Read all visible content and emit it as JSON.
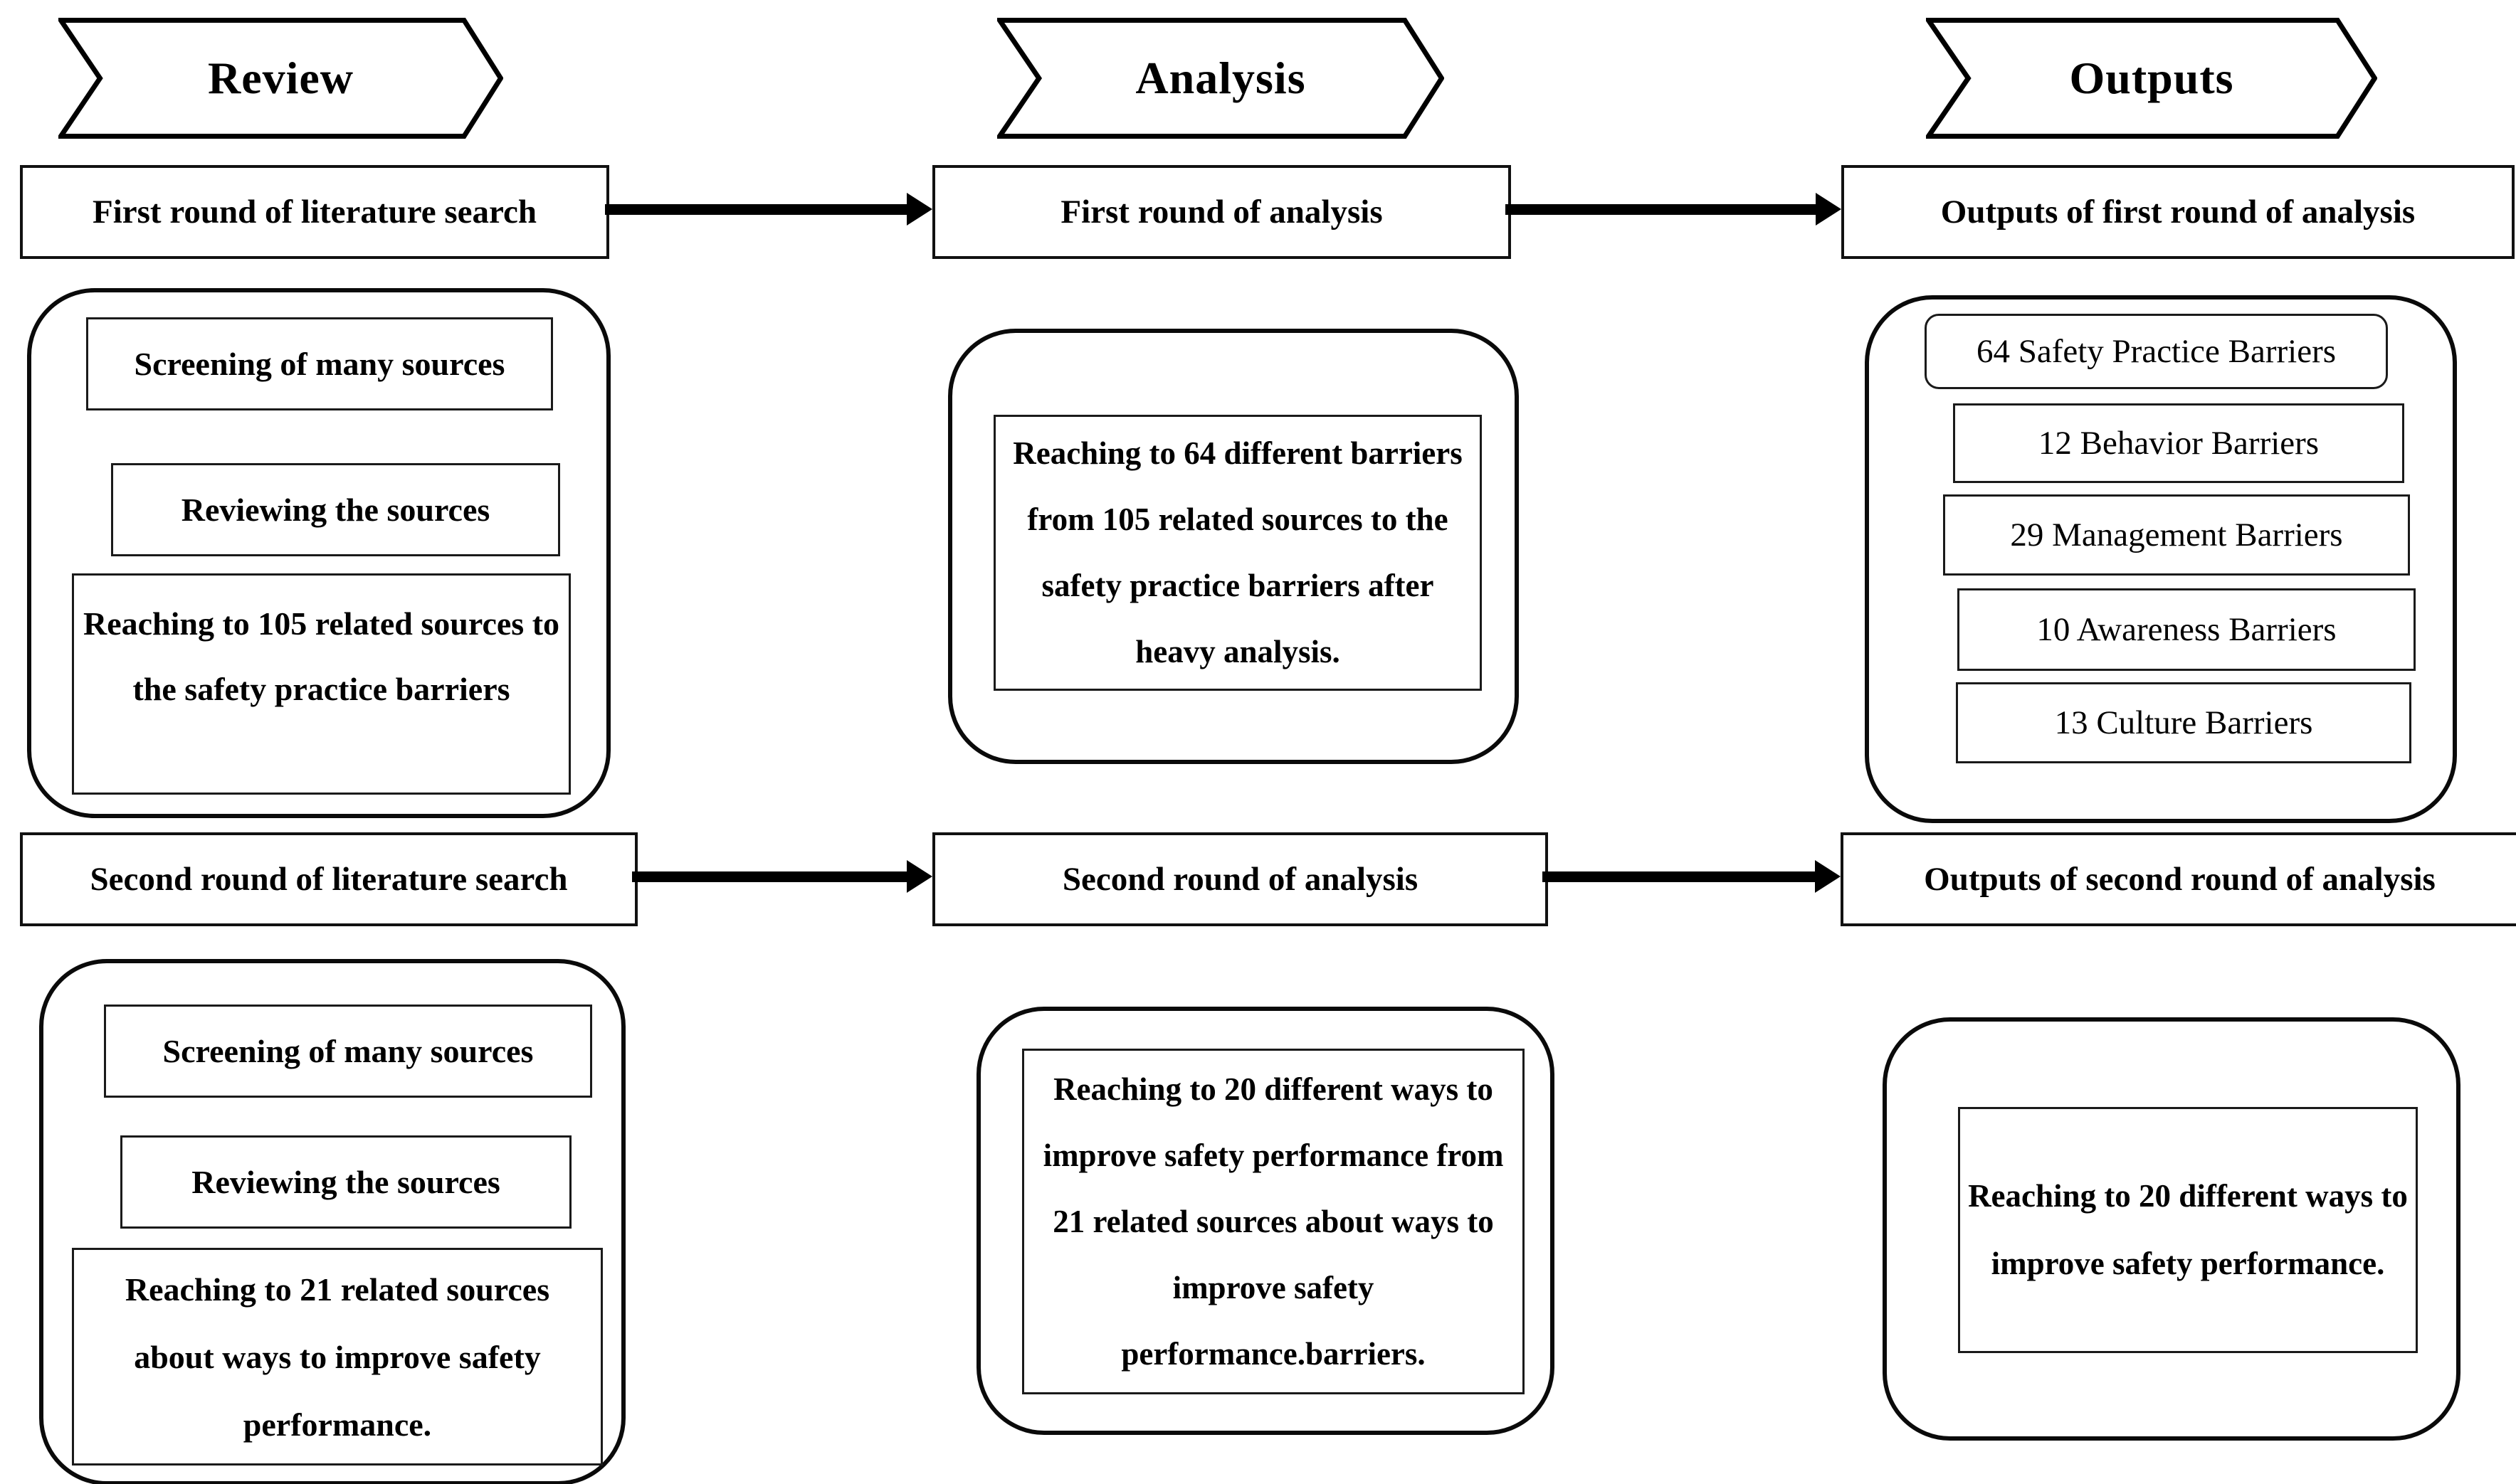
{
  "banners": {
    "review": "Review",
    "analysis": "Analysis",
    "outputs": "Outputs"
  },
  "round1": {
    "review_process": "First round of literature search",
    "review_steps": [
      "Screening of many sources",
      "Reviewing the sources",
      "Reaching to 105 related sources to the safety practice barriers"
    ],
    "analysis_process": "First round of analysis",
    "analysis_result": "Reaching to 64 different barriers from 105 related sources to the safety practice barriers after heavy analysis.",
    "outputs_process": "Outputs of first round of analysis",
    "outputs_items": [
      "64 Safety Practice Barriers",
      "12 Behavior Barriers",
      "29 Management Barriers",
      "10 Awareness Barriers",
      "13 Culture Barriers"
    ]
  },
  "round2": {
    "review_process": "Second round of literature search",
    "review_steps": [
      "Screening of many sources",
      "Reviewing the sources",
      "Reaching to 21 related sources about ways to improve safety performance."
    ],
    "analysis_process": "Second round of analysis",
    "analysis_result": "Reaching to 20 different ways to improve safety performance from 21 related sources about ways to improve safety performance.barriers.",
    "outputs_process": "Outputs of second round of analysis",
    "outputs_result": "Reaching to 20 different ways to improve safety performance."
  },
  "colors": {
    "ink": "#000000",
    "background": "#ffffff"
  }
}
